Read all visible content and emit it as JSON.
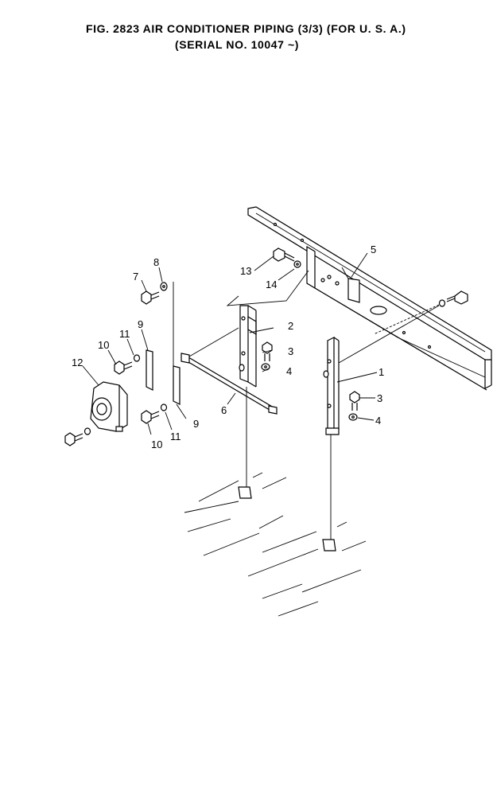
{
  "figure": {
    "title": "FIG. 2823   AIR CONDITIONER PIPING (3/3) (FOR U. S. A.)",
    "subtitle": "(SERIAL NO. 10047 ~)"
  },
  "callouts": {
    "c1": "1",
    "c2": "2",
    "c3a": "3",
    "c3b": "3",
    "c4a": "4",
    "c4b": "4",
    "c5": "5",
    "c6": "6",
    "c7": "7",
    "c8": "8",
    "c9a": "9",
    "c9b": "9",
    "c10a": "10",
    "c10b": "10",
    "c11a": "11",
    "c11b": "11",
    "c12": "12",
    "c13": "13",
    "c14": "14"
  }
}
